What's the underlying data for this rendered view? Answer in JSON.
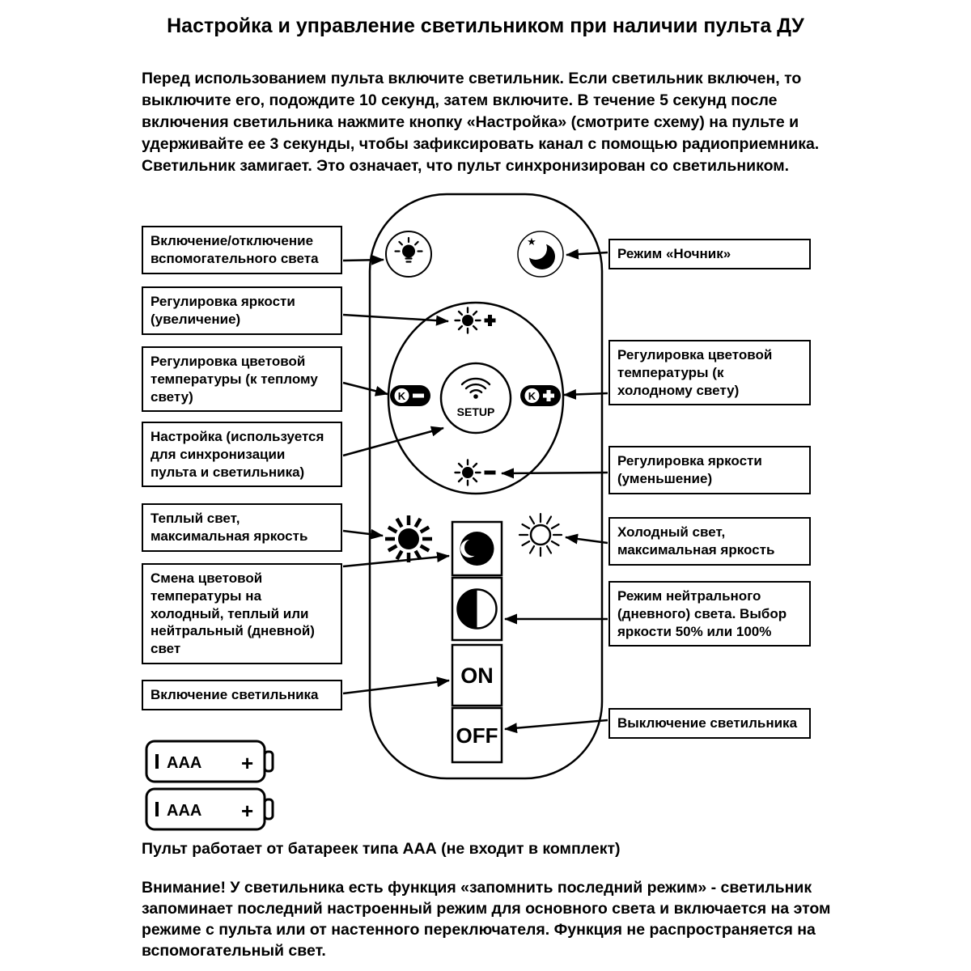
{
  "title": "Настройка и управление светильником при наличии пульта ДУ",
  "intro": "Перед использованием пульта включите светильник. Если светильник включен, то выключите его, подождите 10 секунд, затем включите. В течение 5 секунд после включения светильника нажмите кнопку «Настройка» (смотрите схему) на пульте и удерживайте ее 3 секунды, чтобы зафиксировать канал с помощью радиоприемника. Светильник замигает. Это означает, что пульт синхронизирован со светильником.",
  "callouts": {
    "left": [
      {
        "label": "Включение/отключение вспомогательного света"
      },
      {
        "label": "Регулировка яркости (увеличение)"
      },
      {
        "label": "Регулировка цветовой температуры (к теплому свету)"
      },
      {
        "label": "Настройка (используется для синхронизации пульта и светильника)"
      },
      {
        "label": "Теплый свет, максимальная яркость"
      },
      {
        "label": "Смена цветовой температуры на холодный, теплый или нейтральный (дневной) свет"
      },
      {
        "label": "Включение светильника"
      }
    ],
    "right": [
      {
        "label": "Режим «Ночник»"
      },
      {
        "label": "Регулировка цветовой температуры (к холодному свету)"
      },
      {
        "label": "Регулировка яркости (уменьшение)"
      },
      {
        "label": "Холодный свет, максимальная яркость"
      },
      {
        "label": "Режим нейтрального (дневного) света. Выбор яркости 50% или 100%"
      },
      {
        "label": "Выключение светильника"
      }
    ]
  },
  "remote": {
    "setup": "SETUP",
    "on": "ON",
    "off": "OFF",
    "k": "K",
    "star": "★"
  },
  "battery": {
    "label": "AAA",
    "plus": "+",
    "note": "Пульт работает от батареек типа ААА (не входит в комплект)"
  },
  "warning": "Внимание! У светильника есть функция «запомнить последний режим» - светильник запоминает последний настроенный режим для основного света и включается на этом режиме с пульта или от настенного переключателя. Функция не распространяется на вспомогательный свет."
}
